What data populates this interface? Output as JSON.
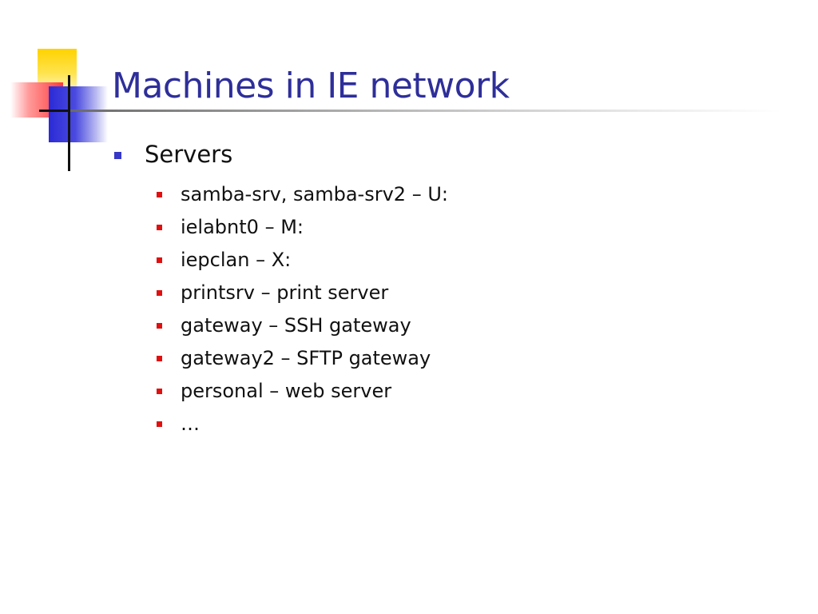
{
  "slide": {
    "title": "Machines in IE network",
    "bullets": [
      {
        "label": "Servers",
        "children": [
          {
            "label": "samba-srv, samba-srv2 – U:"
          },
          {
            "label": "ielabnt0 – M:"
          },
          {
            "label": "iepclan – X:"
          },
          {
            "label": "printsrv – print server"
          },
          {
            "label": "gateway – SSH gateway"
          },
          {
            "label": "gateway2 – SFTP gateway"
          },
          {
            "label": "personal – web server"
          },
          {
            "label": "…"
          }
        ]
      }
    ]
  },
  "colors": {
    "title": "#2e2e9a",
    "level1_bullet": "#3737c8",
    "level2_bullet": "#e01010",
    "logo_yellow": "#ffd200",
    "logo_red": "#ff3b3b",
    "logo_blue": "#2b2bd6"
  }
}
